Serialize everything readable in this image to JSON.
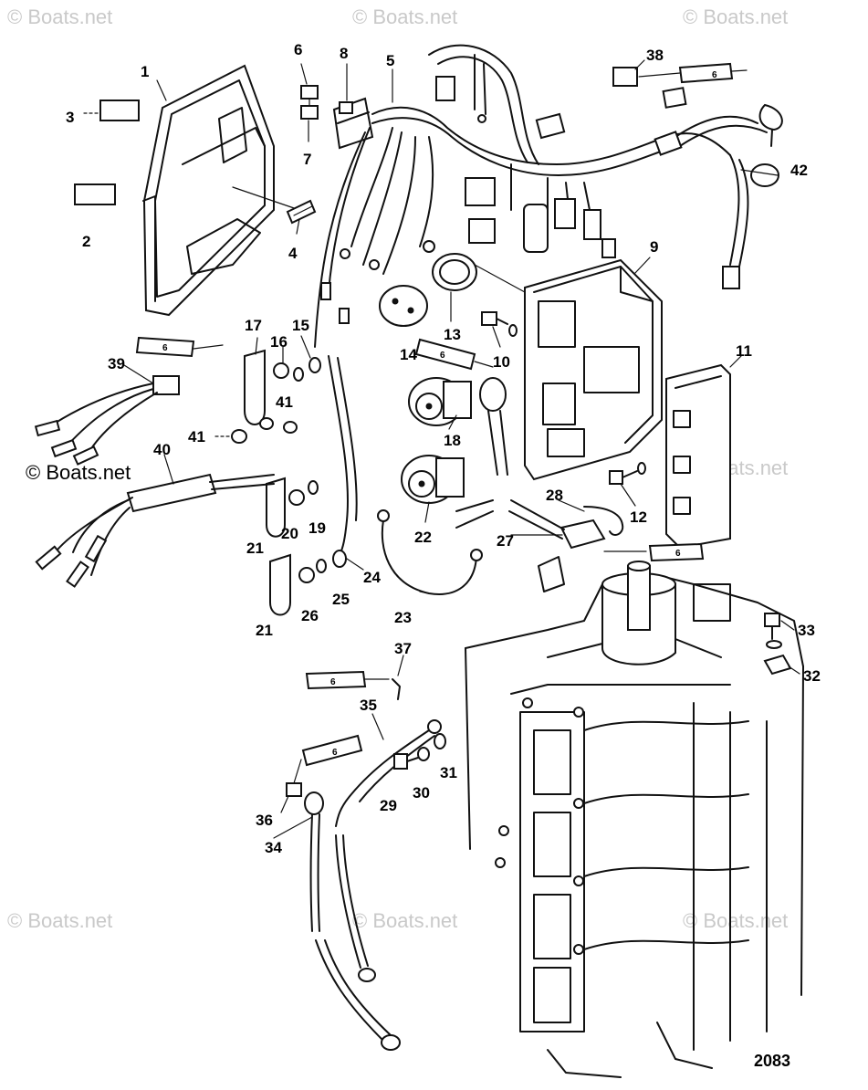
{
  "watermarks": {
    "top_left": "© Boats.net",
    "top_center": "© Boats.net",
    "top_right": "© Boats.net",
    "middle_left": "© Boats.net",
    "middle_right": "© Boats.net",
    "bottom_left": "© Boats.net",
    "bottom_center": "© Boats.net",
    "bottom_right": "© Boats.net"
  },
  "diagram_code": "2083",
  "sealant_tube_label": "6",
  "callouts": {
    "c1": "1",
    "c2": "2",
    "c3": "3",
    "c4": "4",
    "c5": "5",
    "c6": "6",
    "c7": "7",
    "c8": "8",
    "c9": "9",
    "c10": "10",
    "c11": "11",
    "c12": "12",
    "c13": "13",
    "c14": "14",
    "c15": "15",
    "c16": "16",
    "c17": "17",
    "c18": "18",
    "c19": "19",
    "c20": "20",
    "c21a": "21",
    "c21b": "21",
    "c22": "22",
    "c23": "23",
    "c24": "24",
    "c25": "25",
    "c26": "26",
    "c27": "27",
    "c28": "28",
    "c29": "29",
    "c30": "30",
    "c31": "31",
    "c32": "32",
    "c33": "33",
    "c34": "34",
    "c35": "35",
    "c36": "36",
    "c37": "37",
    "c38": "38",
    "c39": "39",
    "c40": "40",
    "c41a": "41",
    "c41b": "41",
    "c42": "42"
  }
}
